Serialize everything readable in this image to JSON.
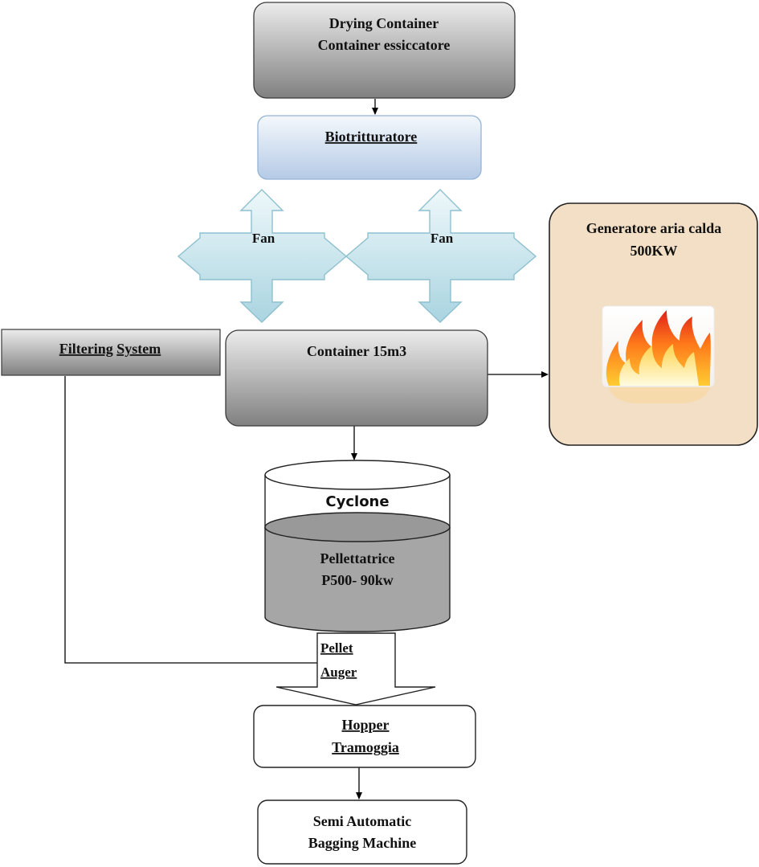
{
  "nodes": {
    "drying_container": {
      "line1": "Drying Container",
      "line2": "Container essiccatore"
    },
    "biotritturatore": {
      "label": "Biotritturatore"
    },
    "fan_left": {
      "label": "Fan"
    },
    "fan_right": {
      "label": "Fan"
    },
    "generatore": {
      "line1": "Generatore aria calda",
      "line2": "500KW",
      "icon": "fire-icon"
    },
    "filtering_system": {
      "word1": "Filtering",
      "word2": "System"
    },
    "container_15m3": {
      "label": "Container 15m3"
    },
    "cyclone": {
      "label": "Cyclone"
    },
    "pellettatrice": {
      "line1": "Pellettatrice",
      "line2": "P500- 90kw"
    },
    "pellet_auger": {
      "line1": "Pellet",
      "line2": "Auger"
    },
    "hopper": {
      "line1": "Hopper",
      "line2": "Tramoggia"
    },
    "bagging": {
      "line1": "Semi Automatic",
      "line2": "Bagging Machine"
    }
  },
  "colors": {
    "gray_gradient_top": "#ececec",
    "gray_gradient_bottom": "#7f7f7f",
    "blue_box_top": "#f3f7fc",
    "blue_box_bottom": "#b6cbe6",
    "fan_light": "#eaf6f9",
    "fan_dark": "#a7d3df",
    "fan_stroke": "#93c2d1",
    "generator_fill": "#f2dfc4",
    "cyclone_body": "#a6a6a6",
    "line": "#000000"
  }
}
